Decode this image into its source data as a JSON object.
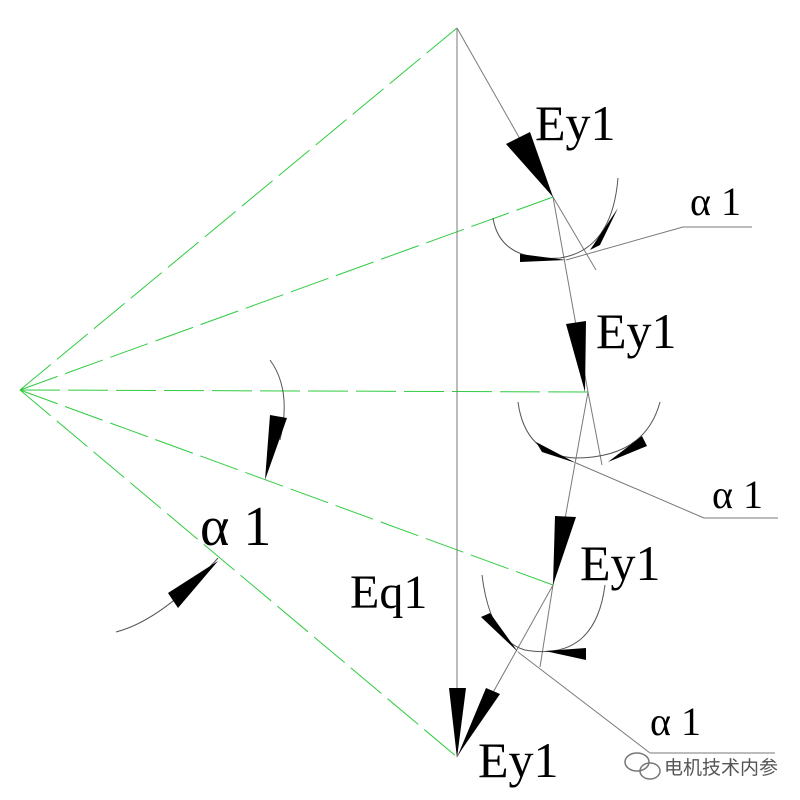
{
  "labels": {
    "ey1_top": "Ey1",
    "ey1_second": "Ey1",
    "ey1_third": "Ey1",
    "ey1_bottom": "Ey1",
    "eq1": "Eq1",
    "alpha_main": "α 1",
    "alpha_1": "α 1",
    "alpha_2": "α 1",
    "alpha_3": "α 1"
  },
  "watermark": {
    "icon": "wechat-icon",
    "text": "电机技术内参"
  },
  "colors": {
    "construction_lines": "#2ecc40",
    "thin_lines": "#7a7a7a",
    "ink": "#000000"
  }
}
